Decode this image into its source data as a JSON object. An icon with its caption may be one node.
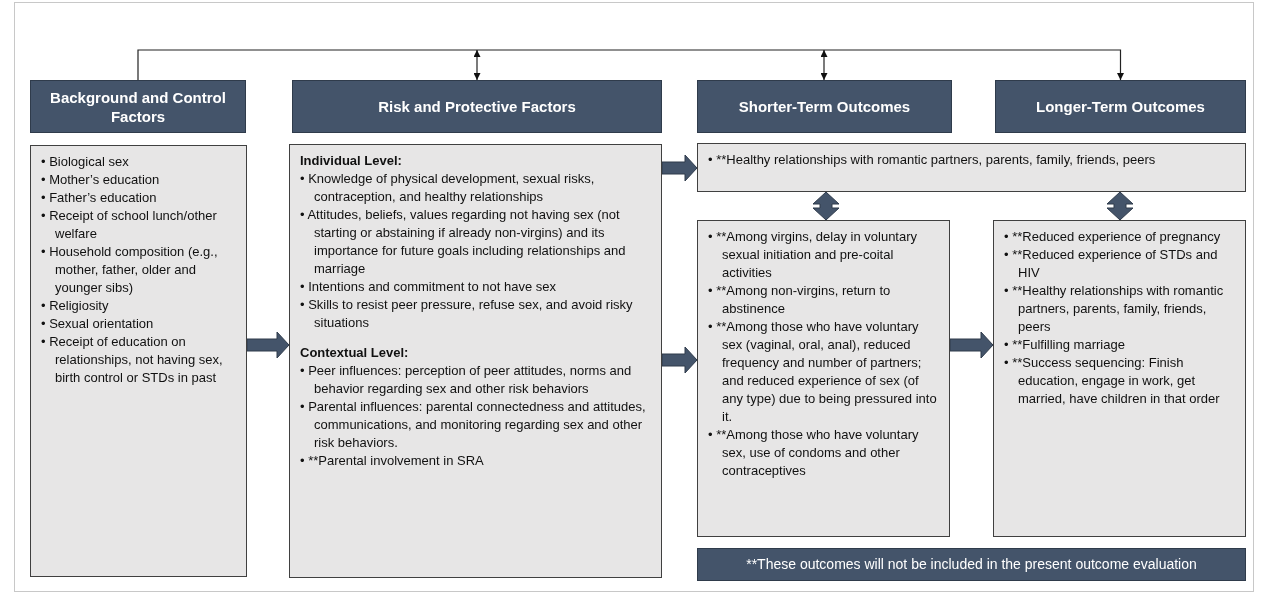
{
  "diagram": {
    "nodes": [
      {
        "text": [
          "Background and Control Factors"
        ]
      },
      {
        "text": [
          "Risk and Protective Factors"
        ]
      },
      {
        "text": [
          "Shorter-Term Outcomes"
        ]
      },
      {
        "text": [
          "Longer-Term Outcomes"
        ]
      },
      {
        "text": [
          "• Biological sex",
          "• Mother’s education",
          "• Father’s education",
          "• Receipt of school lunch/other welfare",
          "• Household composition (e.g., mother, father, older and younger sibs)",
          "• Religiosity",
          "• Sexual orientation",
          "• Receipt of education on relationships, not having sex, birth control or STDs in past"
        ]
      },
      {
        "text": [
          "Individual Level:",
          "• Knowledge of physical development, sexual risks, contraception, and healthy relationships",
          "• Attitudes, beliefs, values regarding not having sex (not starting or abstaining if already non-virgins) and its importance for future goals including relationships and marriage",
          "• Intentions and commitment to not have sex",
          "• Skills to resist peer pressure, refuse sex, and avoid risky situations",
          "Contextual Level:",
          "• Peer influences: perception of peer attitudes, norms and behavior regarding sex and other risk behaviors",
          "• Parental influences: parental connectedness and attitudes, communications, and monitoring regarding sex and other risk behaviors.",
          "• **Parental involvement in SRA"
        ]
      },
      {
        "text": [
          "• **Healthy relationships with romantic partners, parents, family, friends, peers"
        ]
      },
      {
        "text": [
          "• **Among virgins, delay in voluntary sexual initiation and pre-coital activities",
          "• **Among non-virgins, return to abstinence",
          "• **Among those who have voluntary sex (vaginal, oral, anal), reduced frequency and number of partners; and reduced experience of sex (of any type) due to being pressured into it.",
          "• **Among those who have voluntary sex, use of condoms and other contraceptives"
        ]
      },
      {
        "text": [
          "• **Reduced experience of pregnancy",
          "• **Reduced experience of STDs and HIV",
          "• **Healthy relationships with romantic partners, parents, family, friends, peers",
          "• **Fulfilling marriage",
          "• **Success sequencing: Finish education, engage in work, get married, have children in that order"
        ]
      },
      {
        "text": [
          "**These outcomes will not be included in the present outcome evaluation"
        ]
      }
    ],
    "edges": [
      {
        "from": 0,
        "to": 3,
        "arrow": "to"
      },
      {
        "from": null,
        "to": 1,
        "arrow": "both"
      },
      {
        "from": null,
        "to": 2,
        "arrow": "both"
      },
      {
        "from": 4,
        "to": 5,
        "arrow": "to",
        "style": "thick"
      },
      {
        "from": 5,
        "to": 6,
        "arrow": "to",
        "style": "thick"
      },
      {
        "from": 5,
        "to": 7,
        "arrow": "to",
        "style": "thick"
      },
      {
        "from": 7,
        "to": 8,
        "arrow": "to",
        "style": "thick"
      },
      {
        "from": 6,
        "to": 7,
        "arrow": "both",
        "style": "thick"
      },
      {
        "from": 6,
        "to": 8,
        "arrow": "both",
        "style": "thick"
      }
    ]
  }
}
